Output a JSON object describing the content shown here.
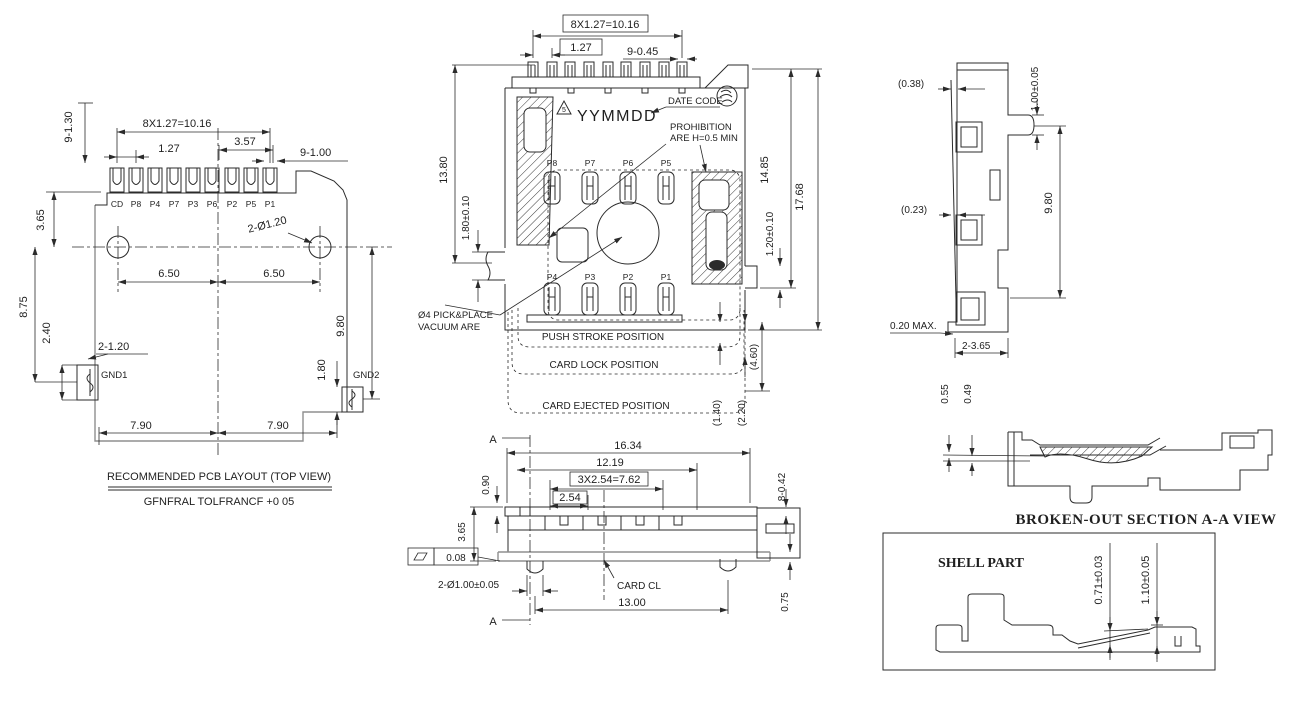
{
  "pcb": {
    "dim_pitch_total": "8X1.27=10.16",
    "dim_pitch": "1.27",
    "dim_3_57": "3.57",
    "dim_pad_w": "9-1.00",
    "dim_pad_h": "9-1.30",
    "dim_3_65": "3.65",
    "dim_holes": "2-Ø1.20",
    "dim_6_50_a": "6.50",
    "dim_6_50_b": "6.50",
    "dim_8_75": "8.75",
    "dim_2_40": "2.40",
    "dim_gnd_w": "2-1.20",
    "gnd1": "GND1",
    "gnd2": "GND2",
    "dim_1_80": "1.80",
    "dim_9_80": "9.80",
    "dim_7_90_a": "7.90",
    "dim_7_90_b": "7.90",
    "pins": [
      "CD",
      "P8",
      "P4",
      "P7",
      "P3",
      "P6",
      "P2",
      "P5",
      "P1"
    ],
    "title": "RECOMMENDED PCB LAYOUT (TOP VIEW)",
    "subtitle": "GFNFRAL TOLFRANCF +0 05"
  },
  "top_view": {
    "dim_pitch_total": "8X1.27=10.16",
    "dim_pitch": "1.27",
    "dim_pin_w": "9-0.45",
    "date_code_label": "DATE CODE",
    "date_code": "YYMMDD",
    "rev": "5",
    "note_prohibition_1": "PROHIBITION",
    "note_prohibition_2": "ARE H=0.5 MIN",
    "dim_13_80": "13.80",
    "dim_1_80": "1.80±0.10",
    "dim_14_85": "14.85",
    "dim_17_68": "17.68",
    "dim_1_20": "1.20±0.10",
    "pins_top": [
      "P8",
      "P7",
      "P6",
      "P5"
    ],
    "pins_bottom": [
      "P4",
      "P3",
      "P2",
      "P1"
    ],
    "note_pick_1": "Ø4 PICK&PLACE",
    "note_pick_2": "VACUUM ARE",
    "pos_push": "PUSH STROKE POSITION",
    "pos_lock": "CARD LOCK POSITION",
    "pos_eject": "CARD EJECTED POSITION",
    "dim_4_60": "(4.60)",
    "dim_1_40": "(1.40)",
    "dim_2_20": "(2.20)"
  },
  "front_view": {
    "section_a": "A",
    "section_a2": "A",
    "dim_16_34": "16.34",
    "dim_12_19": "12.19",
    "dim_7_62": "3X2.54=7.62",
    "dim_2_54": "2.54",
    "dim_0_90": "0.90",
    "dim_3_65": "3.65",
    "dim_pins": "8-0.42",
    "flatness": "0.08",
    "dim_pegs": "2-Ø1.00±0.05",
    "card_cl": "CARD CL",
    "dim_13_00": "13.00",
    "dim_0_75": "0.75"
  },
  "side_view": {
    "dim_0_38": "(0.38)",
    "dim_1_00": "1.00±0.05",
    "dim_0_23": "(0.23)",
    "dim_9_80": "9.80",
    "dim_0_20": "0.20 MAX.",
    "dim_2_3_65": "2-3.65"
  },
  "section_view": {
    "dim_0_55": "0.55",
    "dim_0_49": "0.49",
    "caption": "BROKEN-OUT SECTION A-A VIEW"
  },
  "shell_view": {
    "title": "SHELL PART",
    "dim_0_71": "0.71±0.03",
    "dim_1_10": "1.10±0.05"
  }
}
